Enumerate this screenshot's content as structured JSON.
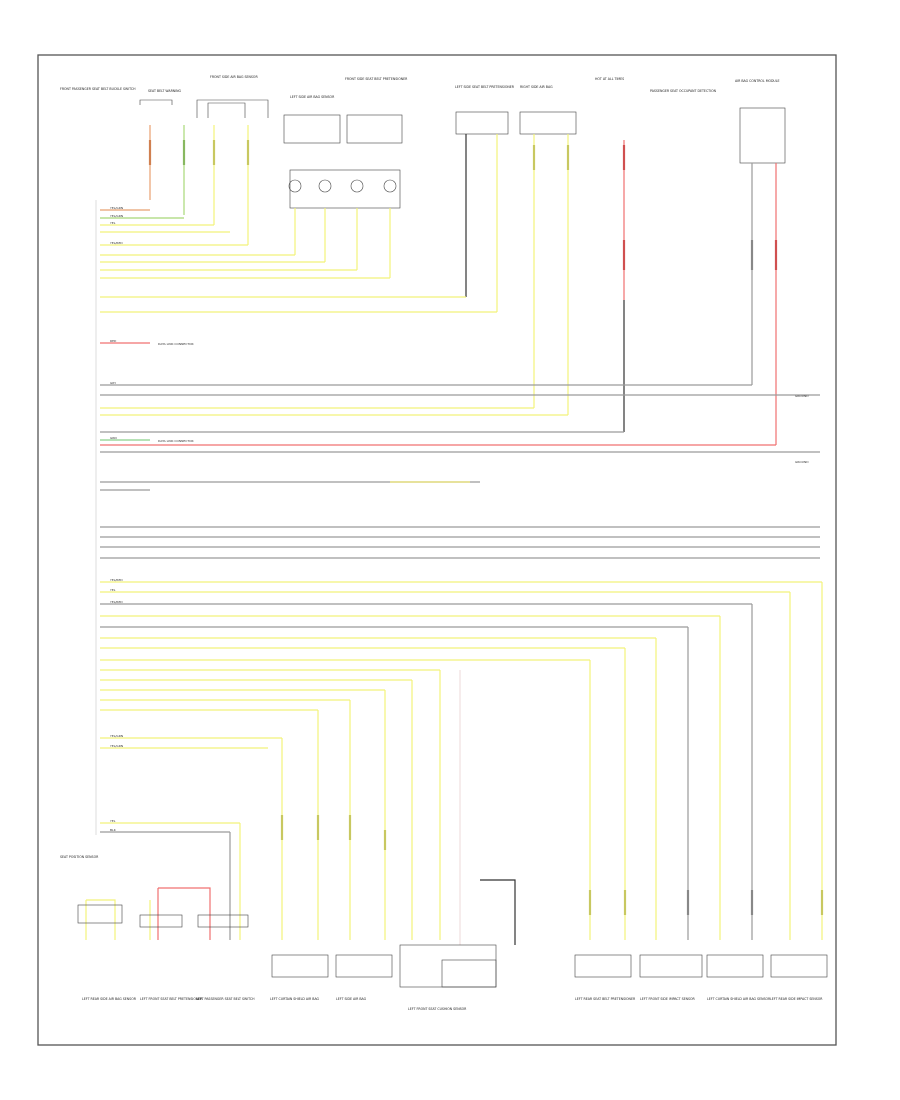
{
  "colors": {
    "frame": "#555555",
    "wire_yellow": "#f2f27a",
    "wire_gray": "#9a9a9a",
    "wire_red": "#f07070",
    "wire_green": "#8ad08a",
    "wire_black": "#333333"
  },
  "diagram": {
    "figure_label": "",
    "components": [
      "FRONT PASSENGER SEAT BELT BUCKLE SWITCH",
      "SEAT BELT WARNING",
      "FRONT SIDE AIR BAG SENSOR",
      "LEFT SIDE AIR BAG SENSOR",
      "FRONT SIDE SEAT BELT PRETENSIONER",
      "LEFT SIDE SEAT BELT PRETENSIONER",
      "RIGHT SIDE AIR BAG",
      "PASSENGER SEAT OCCUPANT DETECTION",
      "HOT AT ALL TIMES",
      "AIR BAG CONTROL MODULE",
      "LEFT REAR SIDE AIR BAG SENSOR",
      "LEFT FRONT SEAT BELT PRETENSIONER",
      "LEFT PASSENGER SEAT BELT SWITCH",
      "LEFT CURTAIN SHIELD AIR BAG",
      "LEFT SIDE AIR BAG",
      "SEAT POSITION SENSOR",
      "LEFT FRONT SEAT CUSHION SENSOR",
      "LEFT REAR SEAT BELT PRETENSIONER",
      "LEFT FRONT SIDE IMPACT SENSOR",
      "LEFT CURTAIN SHIELD AIR BAG SENSOR",
      "LEFT REAR SIDE IMPACT SENSOR"
    ],
    "wire_labels": {
      "yel_grn": "YEL/GRN",
      "yel": "YEL",
      "yel_red": "YEL/RED",
      "gry": "GRY",
      "red": "RED",
      "grn": "GRN",
      "blk": "BLK"
    },
    "notes": {
      "data_link": "DATA LINK CONNECTOR",
      "body_ecu": "BODY CONTROL ECU",
      "ground_right": "GROUND",
      "ground_right_2": "GROUND"
    }
  }
}
